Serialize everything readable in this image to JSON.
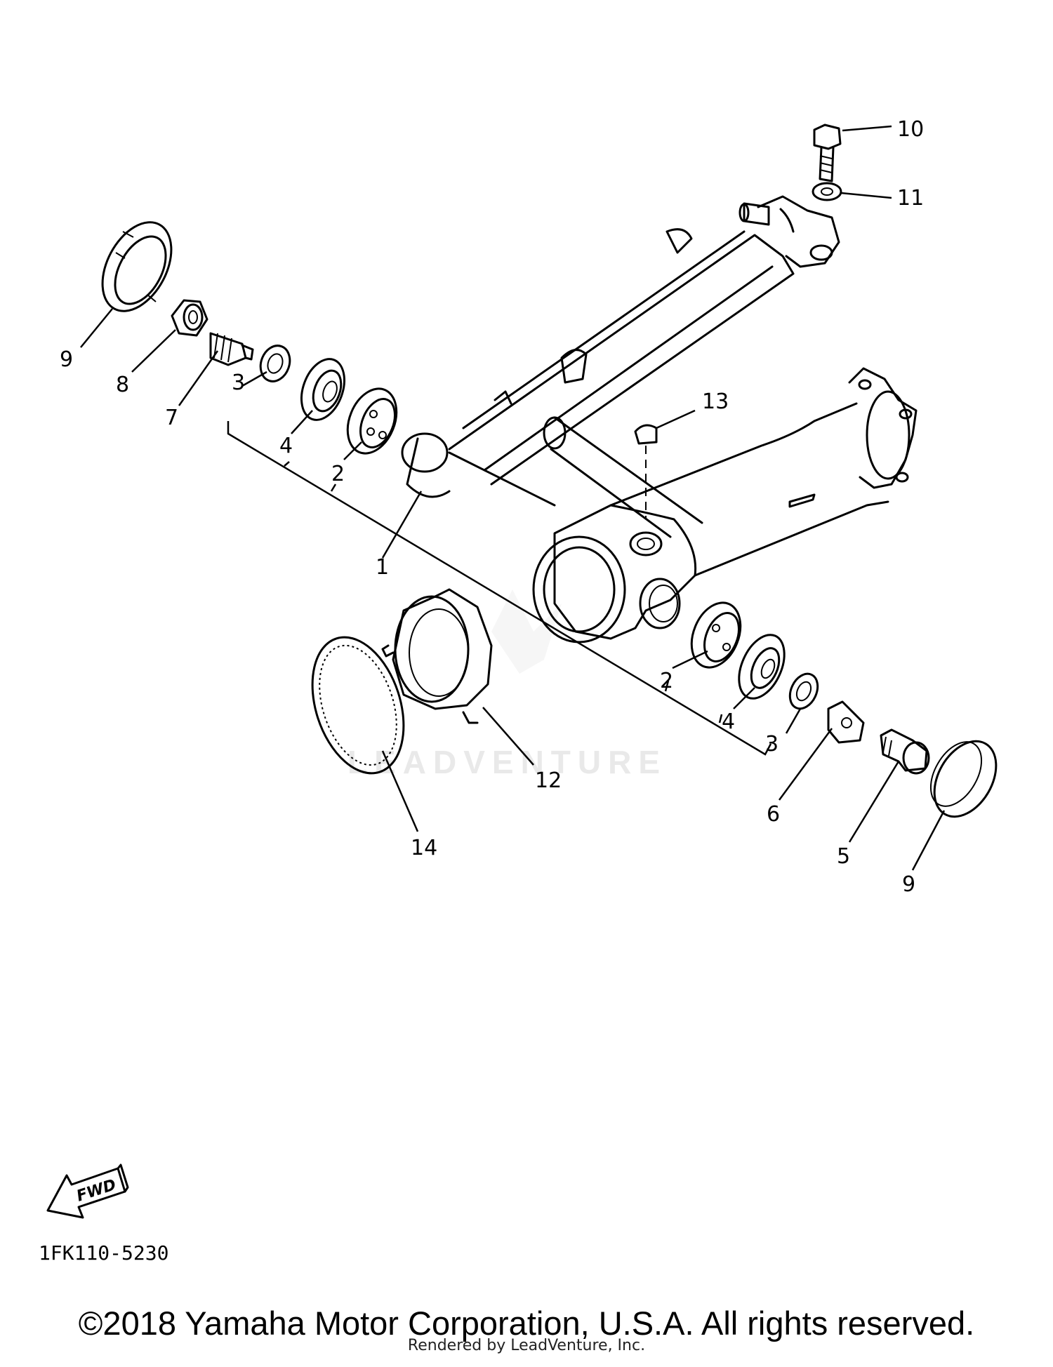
{
  "diagram": {
    "callouts": {
      "c1": "1",
      "c2a": "2",
      "c2b": "2",
      "c3a": "3",
      "c3b": "3",
      "c4a": "4",
      "c4b": "4",
      "c5": "5",
      "c6": "6",
      "c7": "7",
      "c8": "8",
      "c9a": "9",
      "c9b": "9",
      "c10": "10",
      "c11": "11",
      "c12": "12",
      "c13": "13",
      "c14": "14"
    },
    "fwd_label": "FWD",
    "drawing_code": "1FK110-5230",
    "watermark": "LEADVENTURE"
  },
  "footer": {
    "copyright": "©2018 Yamaha Motor Corporation, U.S.A. All rights reserved.",
    "rendered_by": "Rendered by LeadVenture, Inc."
  }
}
